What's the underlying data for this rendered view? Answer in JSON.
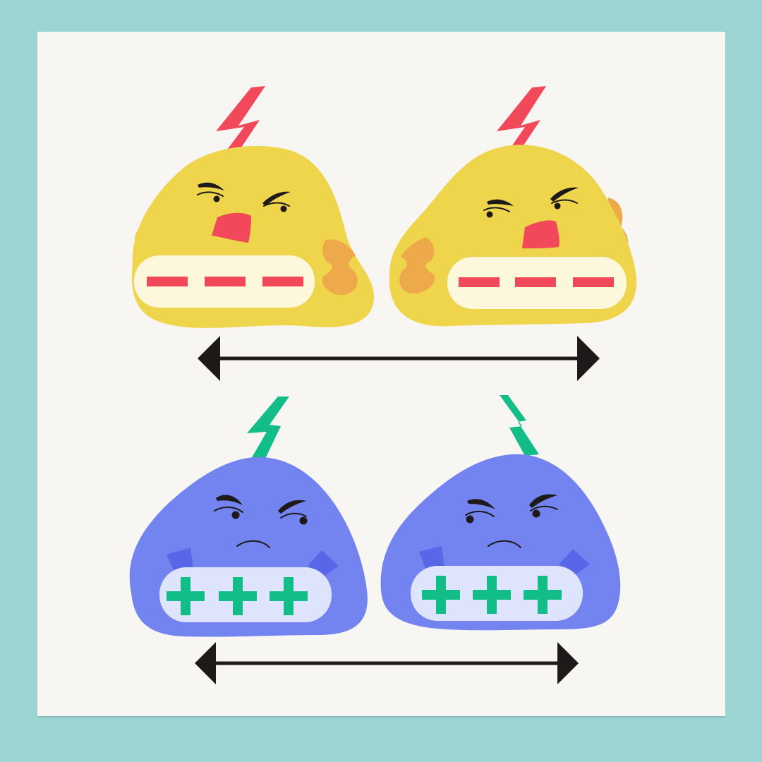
{
  "colors": {
    "background_frame": "#9dd5d5",
    "panel": "#f8f6f3",
    "negative_body": "#efd54b",
    "negative_accent": "#eeaa4a",
    "negative_beak": "#f1485a",
    "negative_sign": "#f1485a",
    "negative_badge": "#fdf8dc",
    "negative_bolt": "#f1485a",
    "positive_body": "#7383f0",
    "positive_accent": "#5a66e8",
    "positive_sign": "#12bd88",
    "positive_badge": "#dde4fb",
    "positive_bolt": "#12bd88",
    "arrow": "#1e1a1a",
    "face_ink": "#1e1a1a"
  },
  "rows": [
    {
      "charge": "negative",
      "sign_icon": "minus-icon",
      "sign_count": 3,
      "interaction": "repel",
      "arrow_icon": "double-headed-arrow-icon"
    },
    {
      "charge": "positive",
      "sign_icon": "plus-icon",
      "sign_count": 3,
      "interaction": "repel",
      "arrow_icon": "double-headed-arrow-icon"
    }
  ]
}
